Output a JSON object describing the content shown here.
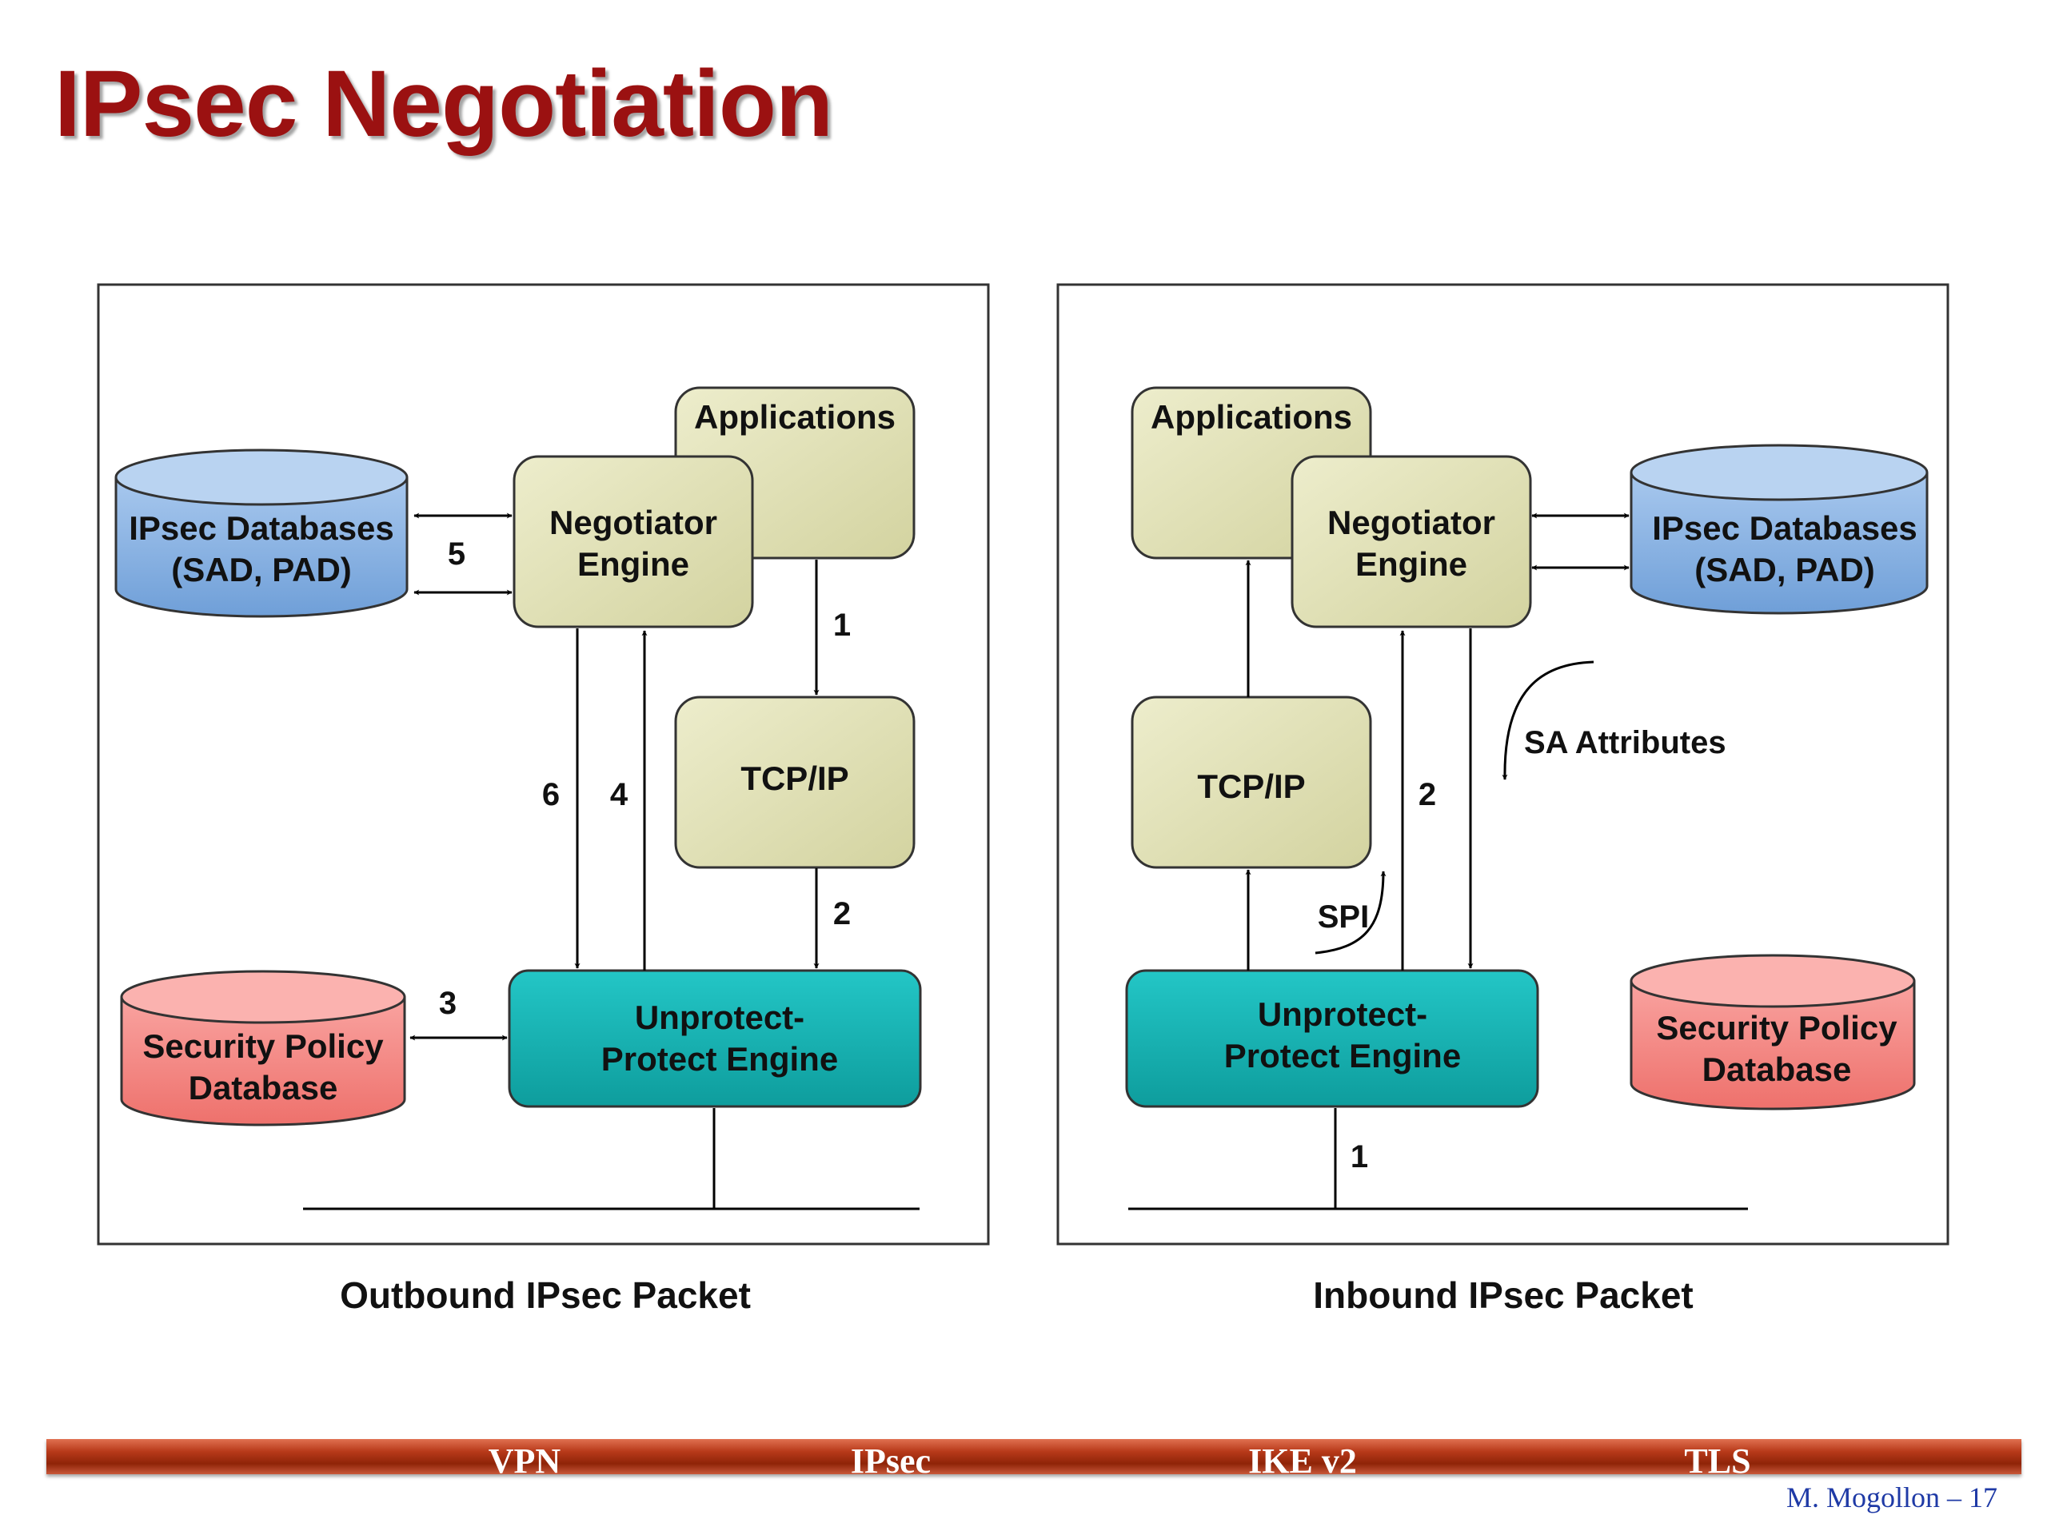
{
  "slide": {
    "title": "IPsec Negotiation"
  },
  "outbound": {
    "caption": "Outbound IPsec Packet",
    "applications": "Applications",
    "negotiator": [
      "Negotiator",
      "Engine"
    ],
    "tcpip": "TCP/IP",
    "ipsec_db": [
      "IPsec Databases",
      "(SAD, PAD)"
    ],
    "spd": [
      "Security Policy",
      "Database"
    ],
    "upe": [
      "Unprotect-",
      "Protect Engine"
    ],
    "steps": [
      "1",
      "2",
      "3",
      "4",
      "5",
      "6"
    ]
  },
  "inbound": {
    "caption": "Inbound IPsec Packet",
    "applications": "Applications",
    "negotiator": [
      "Negotiator",
      "Engine"
    ],
    "tcpip": "TCP/IP",
    "ipsec_db": [
      "IPsec Databases",
      "(SAD, PAD)"
    ],
    "spd": [
      "Security Policy",
      "Database"
    ],
    "upe": [
      "Unprotect-",
      "Protect Engine"
    ],
    "sa_attributes": "SA Attributes",
    "spi": "SPI",
    "steps": [
      "1",
      "2"
    ]
  },
  "nav": {
    "items": [
      "VPN",
      "IPsec",
      "IKE v2",
      "TLS"
    ]
  },
  "footer": "M. Mogollon – 17",
  "colors": {
    "title": "#9b1111",
    "box_khaki": "#e4e4b8",
    "db_blue": "#8fb6e6",
    "db_red": "#f48a86",
    "engine_teal": "#1bb5b5",
    "nav_band": "#b53515",
    "footer": "#1f3aa6"
  }
}
